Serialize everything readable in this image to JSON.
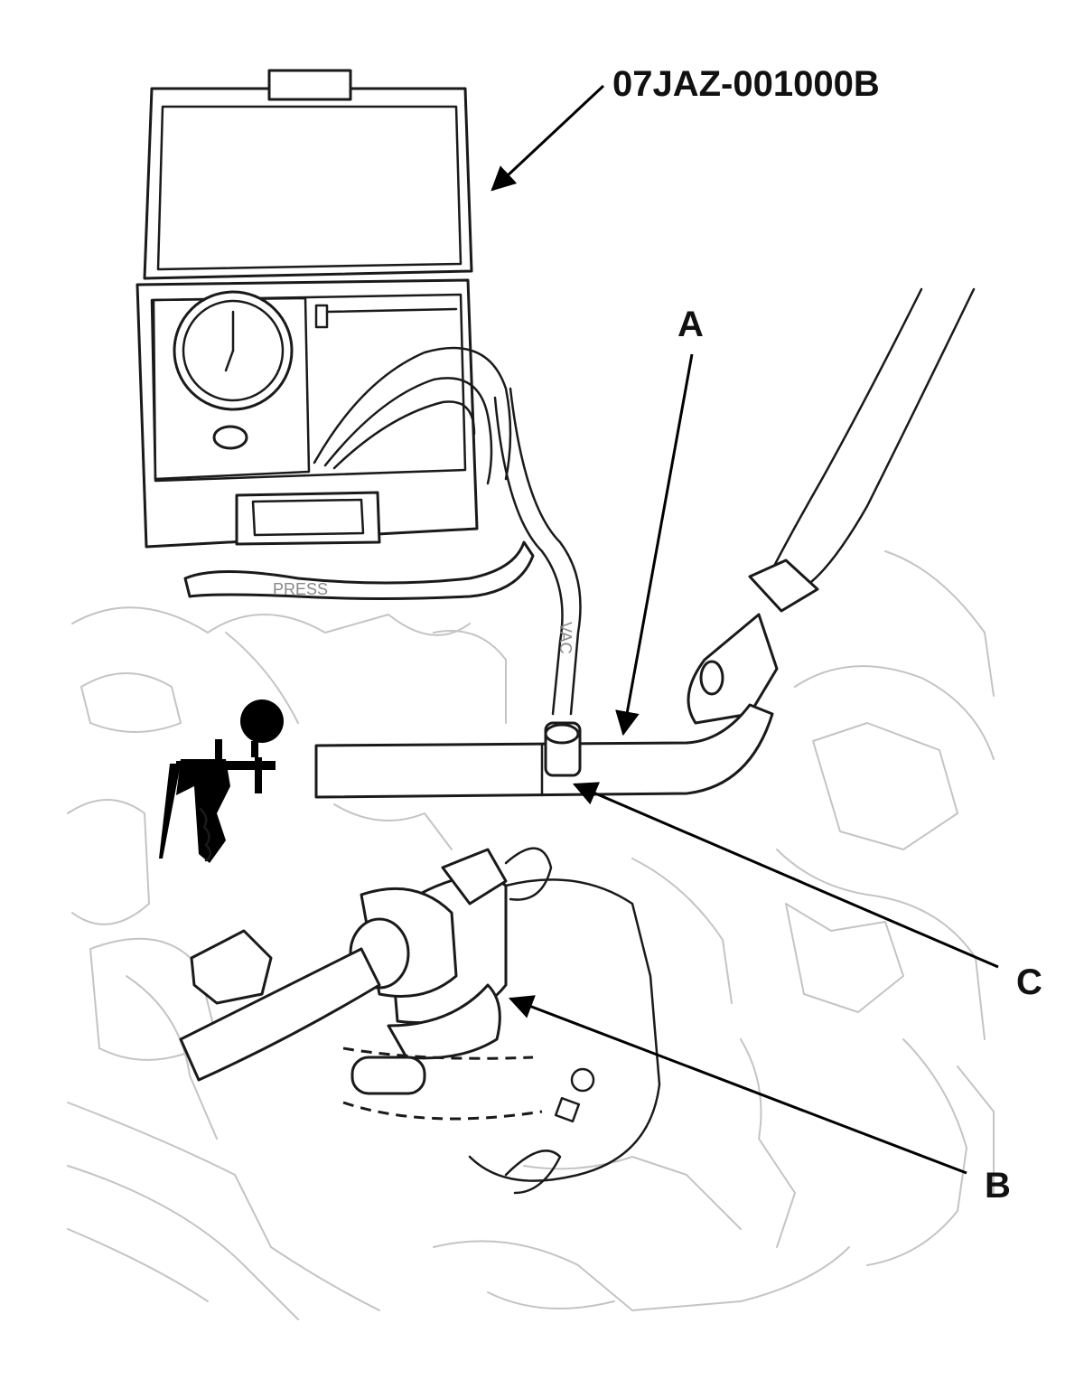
{
  "labels": {
    "tool_number": "07JAZ-001000B",
    "callout_a": "A",
    "callout_b": "B",
    "callout_c": "C"
  },
  "hose_markings": {
    "press": "PRESS",
    "vac": "VAC"
  },
  "colors": {
    "ink": "#1a1a1a",
    "background_lines": "#c4c4c4",
    "background": "#ffffff"
  },
  "icons": [
    "pressure-tester-kit-icon",
    "vacuum-pump-gauge-icon"
  ]
}
